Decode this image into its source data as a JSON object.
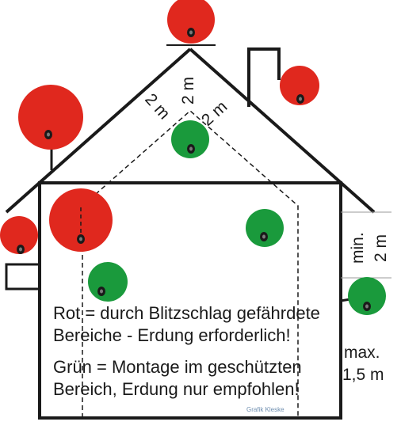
{
  "colors": {
    "red_zone": "#e0281e",
    "green_zone": "#1a9a3c",
    "line": "#1a1a1a",
    "background": "#ffffff"
  },
  "legend": {
    "red_line1": "Rot = durch Blitzschlag gefährdete",
    "red_line2": "Bereiche - Erdung erforderlich!",
    "green_line1": "Grün = Montage im geschützten",
    "green_line2": "Bereich, Erdung nur empfohlen!"
  },
  "roof_labels": {
    "left": "2 m",
    "center": "2 m",
    "right": "2 m"
  },
  "dimensions": {
    "min_word": "min.",
    "min_value": "2 m",
    "max_word": "max.",
    "max_value": "1,5 m"
  },
  "credit": "Grafik Kleske"
}
